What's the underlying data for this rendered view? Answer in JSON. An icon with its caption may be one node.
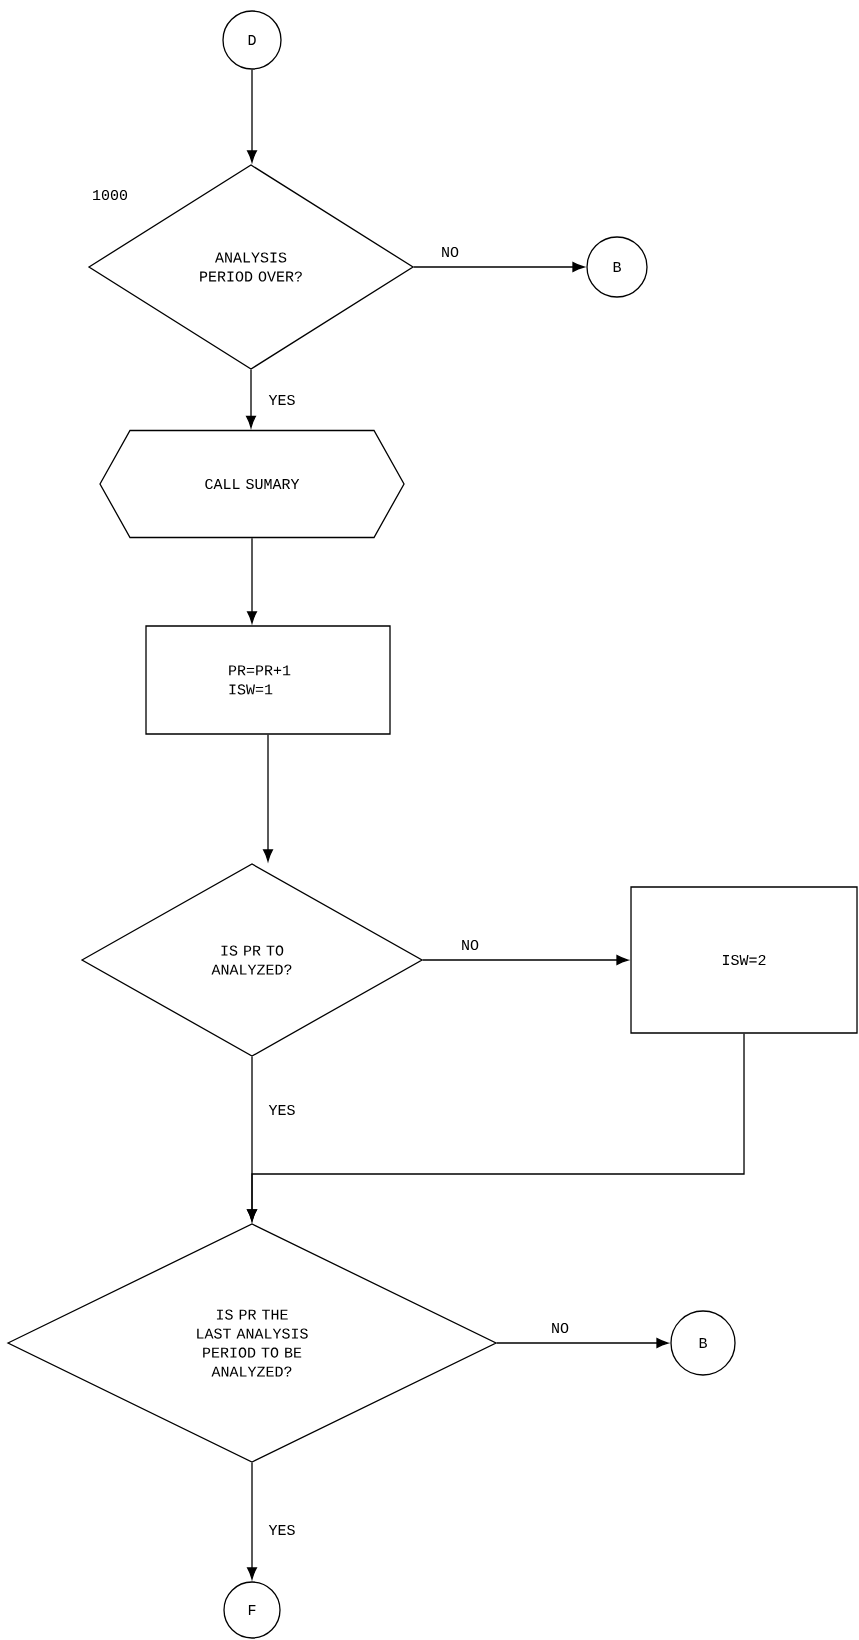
{
  "diagram": {
    "nodes": [
      {
        "text": [
          "D"
        ]
      },
      {
        "text": [
          "ANALYSIS PERIOD OVER?"
        ]
      },
      {
        "text": [
          "B"
        ]
      },
      {
        "text": [
          "CALL SUMARY"
        ]
      },
      {
        "text": [
          "PR=PR+1 ISW=1"
        ]
      },
      {
        "text": [
          "IS PR TO ANALYZED?"
        ]
      },
      {
        "text": [
          "ISW=2"
        ]
      },
      {
        "text": [
          "IS PR THE LAST ANALYSIS PERIOD TO BE ANALYZED?"
        ]
      },
      {
        "text": [
          "B"
        ]
      },
      {
        "text": [
          "F"
        ]
      }
    ],
    "edges": [
      {
        "from": 0,
        "to": 1,
        "arrow": "to"
      },
      {
        "from": 1,
        "to": 2,
        "arrow": "to",
        "label": "NO"
      },
      {
        "from": 1,
        "to": 3,
        "arrow": "to",
        "label": "YES"
      },
      {
        "from": 3,
        "to": 4,
        "arrow": "to"
      },
      {
        "from": 4,
        "to": 5,
        "arrow": "to"
      },
      {
        "from": 5,
        "to": 6,
        "arrow": "to",
        "label": "NO"
      },
      {
        "from": 6,
        "to": 7,
        "arrow": "to"
      },
      {
        "from": 5,
        "to": 7,
        "arrow": "to",
        "label": "YES"
      },
      {
        "from": 7,
        "to": 8,
        "arrow": "to",
        "label": "NO"
      },
      {
        "from": 7,
        "to": 9,
        "arrow": "to",
        "label": "YES"
      }
    ],
    "labels": [
      "1000"
    ]
  }
}
